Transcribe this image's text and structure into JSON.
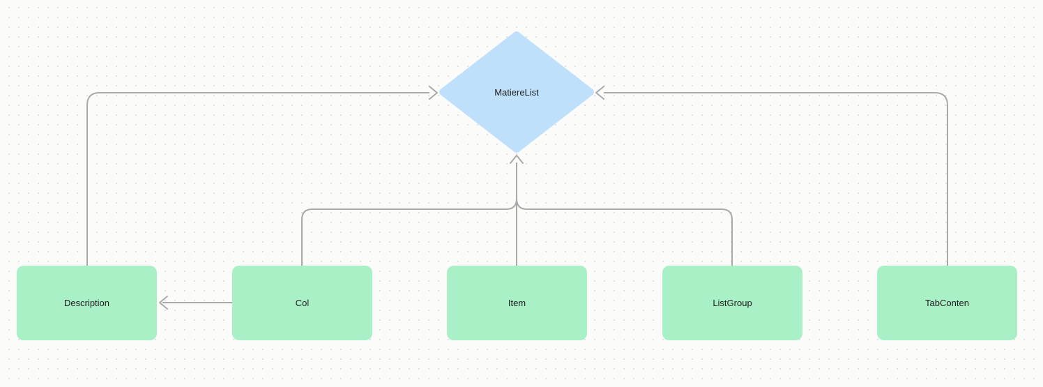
{
  "diagram": {
    "decision_node": {
      "label": "MatiereList",
      "shape": "diamond"
    },
    "nodes": [
      {
        "id": "description",
        "label": "Description"
      },
      {
        "id": "col",
        "label": "Col"
      },
      {
        "id": "item",
        "label": "Item"
      },
      {
        "id": "listgroup",
        "label": "ListGroup"
      },
      {
        "id": "tabconten",
        "label": "TabConten"
      }
    ],
    "edges": [
      {
        "from": "Description",
        "to": "MatiereList",
        "arrow": "into-left-vertex"
      },
      {
        "from": "TabConten",
        "to": "MatiereList",
        "arrow": "into-right-vertex"
      },
      {
        "from": "Item",
        "to": "MatiereList",
        "arrow": "into-bottom-vertex"
      },
      {
        "from": "Col",
        "to": "MatiereList",
        "arrow": "merges-into-bottom-vertex"
      },
      {
        "from": "ListGroup",
        "to": "MatiereList",
        "arrow": "merges-into-bottom-vertex"
      },
      {
        "from": "Col",
        "to": "Description",
        "arrow": "into-right-edge"
      }
    ],
    "colors": {
      "node_fill": "#a9f0c7",
      "decision_fill": "#bfe0fb",
      "edge": "#a9a9a9",
      "text": "#1c1c1c",
      "background": "#fbfbfa",
      "dot": "#dbdbdb"
    }
  }
}
